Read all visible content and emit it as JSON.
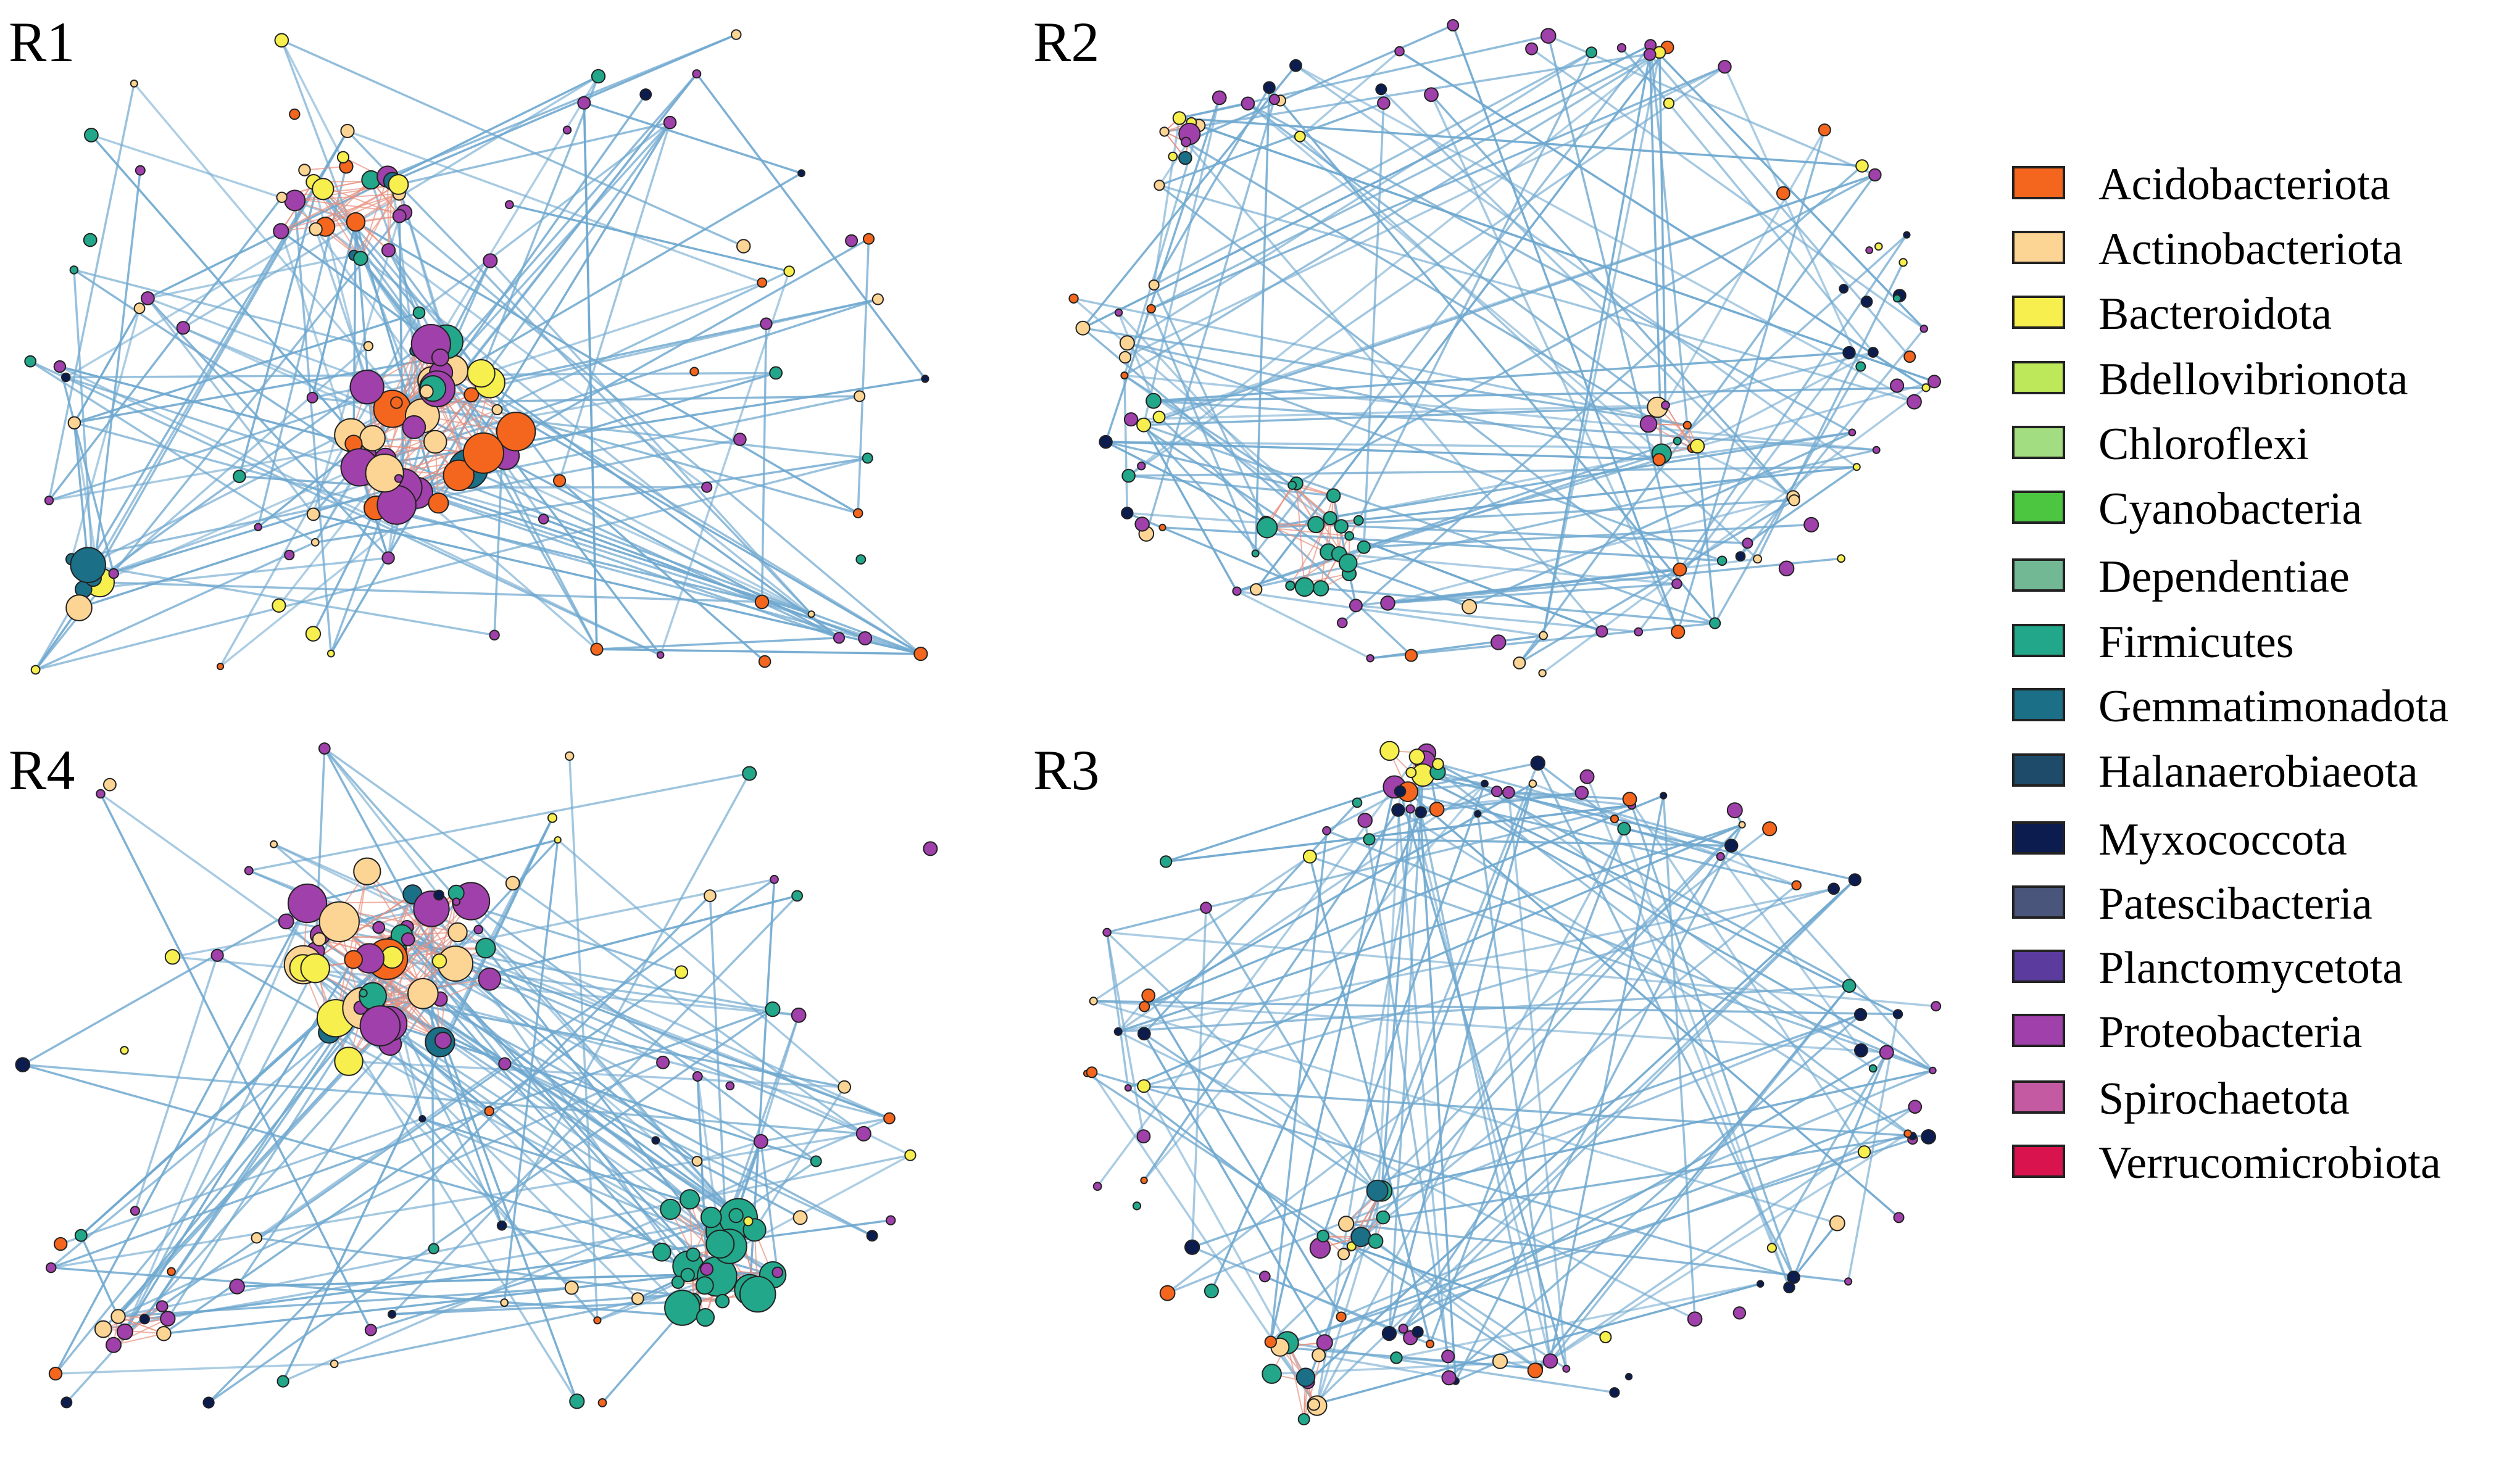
{
  "panels": [
    {
      "id": "r1",
      "label": "R1",
      "seed": 11,
      "layout": "clustered"
    },
    {
      "id": "r2",
      "label": "R2",
      "seed": 23,
      "layout": "ring"
    },
    {
      "id": "r4",
      "label": "R4",
      "seed": 37,
      "layout": "clustered"
    },
    {
      "id": "r3",
      "label": "R3",
      "seed": 53,
      "layout": "ring"
    }
  ],
  "edge_colors": {
    "positive": "#e8907f",
    "negative": "#6fa8cf"
  },
  "legend": {
    "items": [
      {
        "label": "Acidobacteriota",
        "color": "#f4661d"
      },
      {
        "label": "Actinobacteriota",
        "color": "#fcd494"
      },
      {
        "label": "Bacteroidota",
        "color": "#f6ef4e"
      },
      {
        "label": "Bdellovibrionota",
        "color": "#bde85a"
      },
      {
        "label": "Chloroflexi",
        "color": "#a3dd82"
      },
      {
        "label": "Cyanobacteria",
        "color": "#4cc540"
      },
      {
        "label": "Dependentiae",
        "color": "#72b894"
      },
      {
        "label": "Firmicutes",
        "color": "#23a78a"
      },
      {
        "label": "Gemmatimonadota",
        "color": "#1b6f86"
      },
      {
        "label": "Halanaerobiaeota",
        "color": "#1f4b6a"
      },
      {
        "label": "Myxococcota",
        "color": "#0d1c4e"
      },
      {
        "label": "Patescibacteria",
        "color": "#4a557c"
      },
      {
        "label": "Planctomycetota",
        "color": "#5b3c9e"
      },
      {
        "label": "Proteobacteria",
        "color": "#a040aa"
      },
      {
        "label": "Spirochaetota",
        "color": "#c45aa2"
      },
      {
        "label": "Verrucomicrobiota",
        "color": "#d9134d"
      }
    ]
  }
}
